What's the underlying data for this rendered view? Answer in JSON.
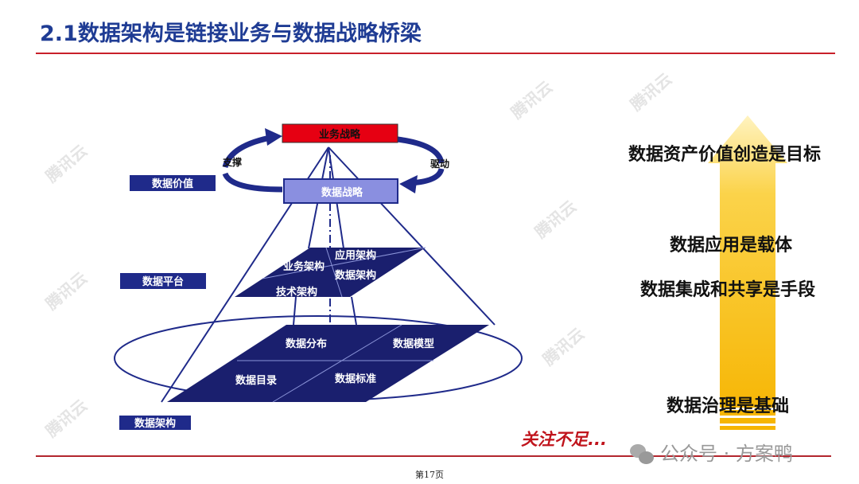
{
  "title": "2.1数据架构是链接业务与数据战略桥梁",
  "diagram": {
    "business_strategy": "业务战略",
    "data_strategy": "数据战略",
    "support": "支撑",
    "drive": "驱动",
    "layer_value": "数据价值",
    "layer_platform": "数据平台",
    "layer_architecture": "数据架构",
    "platform_cells": [
      "业务架构",
      "应用架构",
      "数据架构",
      "技术架构"
    ],
    "base_cells": [
      "数据分布",
      "数据模型",
      "数据目录",
      "数据标准"
    ],
    "watermark": "腾讯云"
  },
  "right": {
    "goal": "数据资产价值创造是目标",
    "carrier": "数据应用是载体",
    "means": "数据集成和共享是手段",
    "foundation": "数据治理是基础"
  },
  "focus_note": "关注不足...",
  "account_watermark": "公众号 · 方案鸭",
  "page_number": "第17页",
  "colors": {
    "title": "#1f3c94",
    "navy": "#1a1f6e",
    "red": "#e60012",
    "arrow": "#f7b500"
  }
}
